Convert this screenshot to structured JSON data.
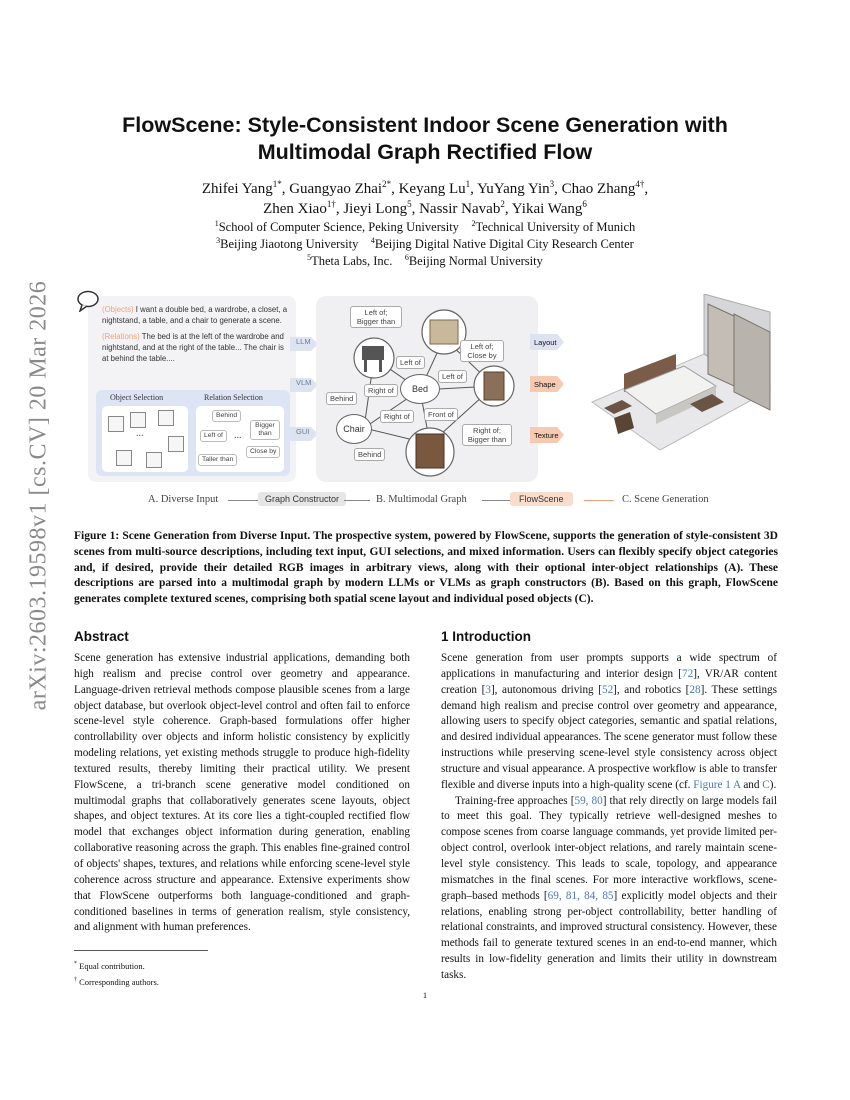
{
  "sidebar": {
    "arxiv_id": "arXiv:2603.19598v1  [cs.CV]  20 Mar 2026"
  },
  "paper": {
    "title_line1": "FlowScene: Style-Consistent Indoor Scene Generation with",
    "title_line2": "Multimodal Graph Rectified Flow",
    "authors": [
      {
        "name": "Zhifei Yang",
        "sup": "1*"
      },
      {
        "name": "Guangyao Zhai",
        "sup": "2*"
      },
      {
        "name": "Keyang Lu",
        "sup": "1"
      },
      {
        "name": "YuYang Yin",
        "sup": "3"
      },
      {
        "name": "Chao Zhang",
        "sup": "4†"
      },
      {
        "name": "Zhen Xiao",
        "sup": "1†"
      },
      {
        "name": "Jieyi Long",
        "sup": "5"
      },
      {
        "name": "Nassir Navab",
        "sup": "2"
      },
      {
        "name": "Yikai Wang",
        "sup": "6"
      }
    ],
    "affiliations": [
      {
        "sup": "1",
        "text": "School of Computer Science, Peking University"
      },
      {
        "sup": "2",
        "text": "Technical University of Munich"
      },
      {
        "sup": "3",
        "text": "Beijing Jiaotong University"
      },
      {
        "sup": "4",
        "text": "Beijing Digital Native Digital City Research Center"
      },
      {
        "sup": "5",
        "text": "Theta Labs, Inc."
      },
      {
        "sup": "6",
        "text": "Beijing Normal University"
      }
    ]
  },
  "figure": {
    "objects_tag": "(Objects)",
    "objects_text": " I want a double bed, a wardrobe, a closet, a nightstand, a table, and a chair to generate a scene.",
    "relations_tag": "(Relations)",
    "relations_text": " The bed is at the left of the wardrobe and nightstand, and at the right of the table... The chair is at behind the table....",
    "object_selection": "Object Selection",
    "relation_selection": "Relation Selection",
    "ellipsis": "...",
    "rel_chips": [
      "Behind",
      "Left of",
      "Bigger than",
      "Taller than",
      "Close by"
    ],
    "input_labels": [
      "LLM",
      "VLM",
      "GUI"
    ],
    "graph_nodes": [
      "Bed",
      "Chair"
    ],
    "graph_relations": [
      "Left of; Bigger than",
      "Left of",
      "Left of; Close by",
      "Left of",
      "Right of",
      "Behind",
      "Right of",
      "Front of",
      "Right of; Bigger than",
      "Behind"
    ],
    "output_labels": [
      "Layout",
      "Shape",
      "Texture"
    ],
    "caption_a": "A. Diverse Input",
    "graph_constructor": "Graph Constructor",
    "caption_b": "B. Multimodal Graph",
    "flowscene": "FlowScene",
    "caption_c": "C. Scene Generation"
  },
  "figure_caption": "Figure 1: Scene Generation from Diverse Input. The prospective system, powered by FlowScene, supports the generation of style-consistent 3D scenes from multi-source descriptions, including text input, GUI selections, and mixed information. Users can flexibly specify object categories and, if desired, provide their detailed RGB images in arbitrary views, along with their optional inter-object relationships (A). These descriptions are parsed into a multimodal graph by modern LLMs or VLMs as graph constructors (B). Based on this graph, FlowScene generates complete textured scenes, comprising both spatial scene layout and individual posed objects (C).",
  "abstract": {
    "heading": "Abstract",
    "text": "Scene generation has extensive industrial applications, demanding both high realism and precise control over geometry and appearance. Language-driven retrieval methods compose plausible scenes from a large object database, but overlook object-level control and often fail to enforce scene-level style coherence. Graph-based formulations offer higher controllability over objects and inform holistic consistency by explicitly modeling relations, yet existing methods struggle to produce high-fidelity textured results, thereby limiting their practical utility. We present FlowScene, a tri-branch scene generative model conditioned on multimodal graphs that collaboratively generates scene layouts, object shapes, and object textures. At its core lies a tight-coupled rectified flow model that exchanges object information during generation, enabling collaborative reasoning across the graph. This enables fine-grained control of objects' shapes, textures, and relations while enforcing scene-level style coherence across structure and appearance. Extensive experiments show that FlowScene outperforms both language-conditioned and graph-conditioned baselines in terms of generation realism, style consistency, and alignment with human preferences."
  },
  "introduction": {
    "heading": "1   Introduction",
    "p1_a": "Scene generation from user prompts supports a wide spectrum of applications in manufacturing and interior design [",
    "c72": "72",
    "p1_b": "], VR/AR content creation [",
    "c3": "3",
    "p1_c": "], autonomous driving [",
    "c52": "52",
    "p1_d": "], and robotics [",
    "c28": "28",
    "p1_e": "]. These settings demand high realism and precise control over geometry and appearance, allowing users to specify object categories, semantic and spatial relations, and desired individual appearances. The scene generator must follow these instructions while preserving scene-level style consistency across object structure and visual appearance. A prospective workflow is able to transfer flexible and diverse inputs into a high-quality scene (cf. ",
    "fig1a": "Figure 1 A",
    "p1_f": " and ",
    "figc": "C",
    "p1_g": ").",
    "p2_a": "Training-free approaches [",
    "c59_80": "59, 80",
    "p2_b": "] that rely directly on large models fail to meet this goal. They typically retrieve well-designed meshes to compose scenes from coarse language commands, yet provide limited per-object control, overlook inter-object relations, and rarely maintain scene-level style consistency. This leads to scale, topology, and appearance mismatches in the final scenes. For more interactive workflows, scene-graph–based methods [",
    "c69_85": "69, 81, 84, 85",
    "p2_c": "] explicitly model objects and their relations, enabling strong per-object controllability, better handling of relational constraints, and improved structural consistency. However, these methods fail to generate textured scenes in an end-to-end manner, which results in low-fidelity generation and limits their utility in downstream tasks."
  },
  "footnotes": {
    "f1": "Equal contribution.",
    "f1_mark": "*",
    "f2": "Corresponding authors.",
    "f2_mark": "†"
  },
  "page_number": "1",
  "colors": {
    "accent_orange": "#f2a07b",
    "link_blue": "#4a78b8",
    "panel_blue": "#dde4f4"
  }
}
